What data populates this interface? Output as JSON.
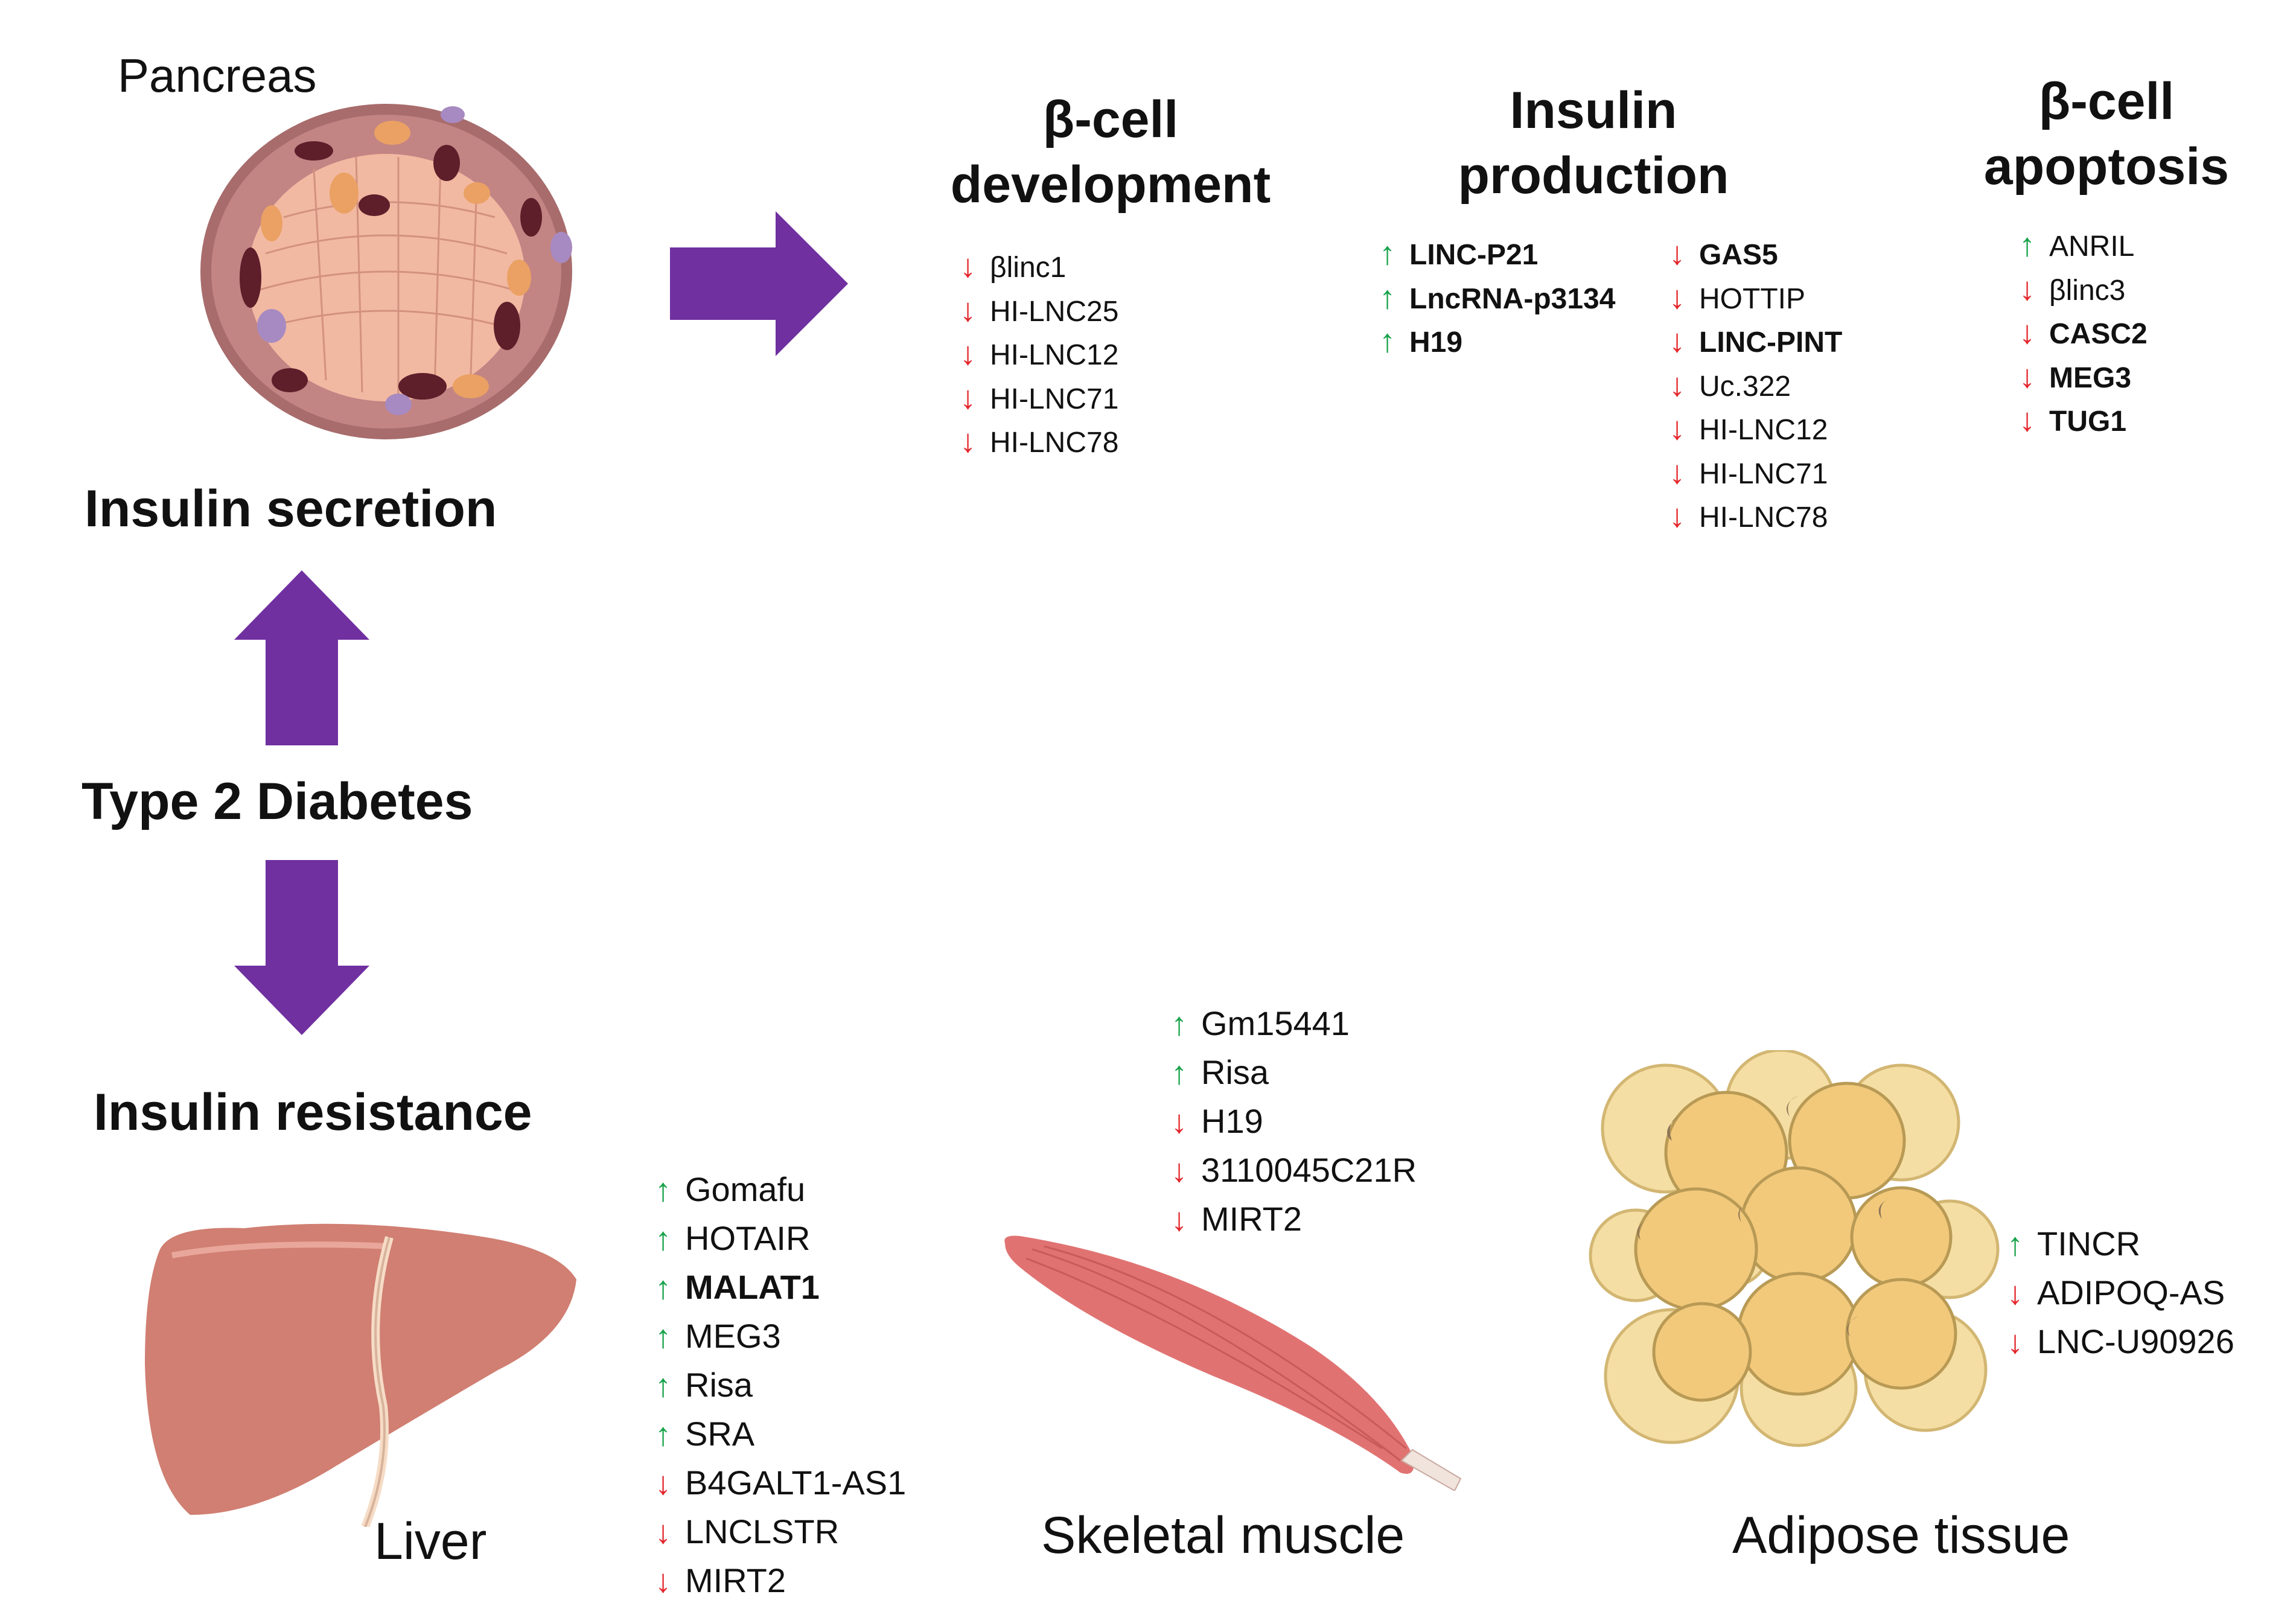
{
  "colors": {
    "arrow_purple": "#7030a0",
    "up": "#18a24a",
    "down": "#e3262b"
  },
  "pancreas_label": "Pancreas",
  "insulin_secretion": "Insulin secretion",
  "type2_diabetes": "Type 2 Diabetes",
  "insulin_resistance": "Insulin resistance",
  "beta_dev": {
    "title_line1": "β-cell",
    "title_line2": "development",
    "genes": [
      {
        "dir": "down",
        "name": "βlinc1",
        "bold": false
      },
      {
        "dir": "down",
        "name": "HI-LNC25",
        "bold": false
      },
      {
        "dir": "down",
        "name": "HI-LNC12",
        "bold": false
      },
      {
        "dir": "down",
        "name": "HI-LNC71",
        "bold": false
      },
      {
        "dir": "down",
        "name": "HI-LNC78",
        "bold": false
      }
    ]
  },
  "insulin_prod": {
    "title_line1": "Insulin",
    "title_line2": "production",
    "genes_up": [
      {
        "dir": "up",
        "name": "LINC-P21",
        "bold": true
      },
      {
        "dir": "up",
        "name": "LncRNA-p3134",
        "bold": true
      },
      {
        "dir": "up",
        "name": "H19",
        "bold": true
      }
    ],
    "genes_down": [
      {
        "dir": "down",
        "name": "GAS5",
        "bold": true
      },
      {
        "dir": "down",
        "name": "HOTTIP",
        "bold": false
      },
      {
        "dir": "down",
        "name": "LINC-PINT",
        "bold": true
      },
      {
        "dir": "down",
        "name": "Uc.322",
        "bold": false
      },
      {
        "dir": "down",
        "name": "HI-LNC12",
        "bold": false
      },
      {
        "dir": "down",
        "name": "HI-LNC71",
        "bold": false
      },
      {
        "dir": "down",
        "name": "HI-LNC78",
        "bold": false
      }
    ]
  },
  "beta_apop": {
    "title_line1": "β-cell",
    "title_line2": "apoptosis",
    "genes": [
      {
        "dir": "up",
        "name": "ANRIL",
        "bold": false
      },
      {
        "dir": "down",
        "name": "βlinc3",
        "bold": false
      },
      {
        "dir": "down",
        "name": "CASC2",
        "bold": true
      },
      {
        "dir": "down",
        "name": "MEG3",
        "bold": true
      },
      {
        "dir": "down",
        "name": "TUG1",
        "bold": true
      }
    ]
  },
  "liver": {
    "label": "Liver",
    "genes": [
      {
        "dir": "up",
        "name": "Gomafu",
        "bold": false
      },
      {
        "dir": "up",
        "name": "HOTAIR",
        "bold": false
      },
      {
        "dir": "up",
        "name": "MALAT1",
        "bold": true
      },
      {
        "dir": "up",
        "name": "MEG3",
        "bold": false
      },
      {
        "dir": "up",
        "name": "Risa",
        "bold": false
      },
      {
        "dir": "up",
        "name": "SRA",
        "bold": false
      },
      {
        "dir": "down",
        "name": "B4GALT1-AS1",
        "bold": false
      },
      {
        "dir": "down",
        "name": "LNCLSTR",
        "bold": false
      },
      {
        "dir": "down",
        "name": "MIRT2",
        "bold": false
      }
    ]
  },
  "muscle": {
    "label": "Skeletal muscle",
    "genes": [
      {
        "dir": "up",
        "name": "Gm15441",
        "bold": false
      },
      {
        "dir": "up",
        "name": "Risa",
        "bold": false
      },
      {
        "dir": "down",
        "name": "H19",
        "bold": false
      },
      {
        "dir": "down",
        "name": "3110045C21R",
        "bold": false
      },
      {
        "dir": "down",
        "name": "MIRT2",
        "bold": false
      }
    ]
  },
  "adipose": {
    "label": "Adipose tissue",
    "genes": [
      {
        "dir": "up",
        "name": "TINCR",
        "bold": false
      },
      {
        "dir": "down",
        "name": "ADIPOQ-AS",
        "bold": false
      },
      {
        "dir": "down",
        "name": "LNC-U90926",
        "bold": false
      }
    ]
  }
}
